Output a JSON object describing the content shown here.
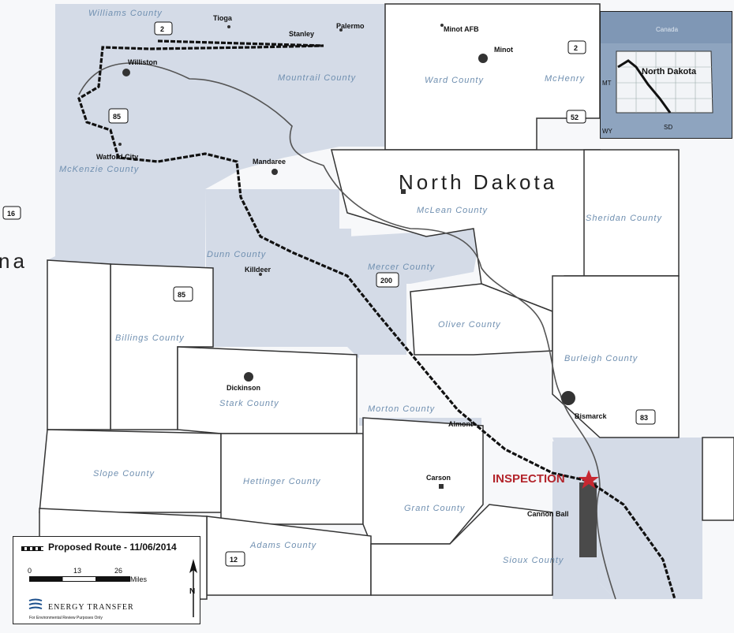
{
  "map": {
    "state_label": "North Dakota",
    "partial_state_label": "na",
    "counties": [
      {
        "id": "williams",
        "name": "Williams County"
      },
      {
        "id": "mountrail",
        "name": "Mountrail County"
      },
      {
        "id": "ward",
        "name": "Ward County"
      },
      {
        "id": "mchenry",
        "name": "McHenry"
      },
      {
        "id": "mckenzie",
        "name": "McKenzie County"
      },
      {
        "id": "mclean",
        "name": "McLean County"
      },
      {
        "id": "sheridan",
        "name": "Sheridan County"
      },
      {
        "id": "dunn",
        "name": "Dunn County"
      },
      {
        "id": "mercer",
        "name": "Mercer County"
      },
      {
        "id": "oliver",
        "name": "Oliver County"
      },
      {
        "id": "billings",
        "name": "Billings County"
      },
      {
        "id": "burleigh",
        "name": "Burleigh County"
      },
      {
        "id": "stark",
        "name": "Stark County"
      },
      {
        "id": "morton",
        "name": "Morton County"
      },
      {
        "id": "slope",
        "name": "Slope County"
      },
      {
        "id": "hettinger",
        "name": "Hettinger County"
      },
      {
        "id": "grant",
        "name": "Grant County"
      },
      {
        "id": "adams",
        "name": "Adams County"
      },
      {
        "id": "sioux",
        "name": "Sioux County"
      }
    ],
    "towns": {
      "tioga": "Tioga",
      "palermo": "Palermo",
      "stanley": "Stanley",
      "minot_afb": "Minot AFB",
      "minot": "Minot",
      "williston": "Williston",
      "watford": "Watford City",
      "mandaree": "Mandaree",
      "killdeer": "Killdeer",
      "dickinson": "Dickinson",
      "bismarck": "Bismarck",
      "almont": "Almont",
      "carson": "Carson",
      "cannon_ball": "Cannon Ball"
    },
    "highways": {
      "h2a": "2",
      "h2b": "2",
      "h52": "52",
      "h85a": "85",
      "h85b": "85",
      "h200": "200",
      "h83": "83",
      "h12": "12",
      "h16": "16"
    },
    "inspection_label": "INSPECTION",
    "colors": {
      "route": "#111111",
      "inspection": "#b3242b",
      "county_label": "#6f8fb0",
      "corridor": "#cfd7e4",
      "reservation": "#4a4a4a"
    }
  },
  "inset": {
    "canada": "Canada",
    "north_dakota": "North Dakota",
    "mt": "MT",
    "sd": "SD",
    "wy": "WY"
  },
  "legend": {
    "title": "Proposed Route - 11/06/2014",
    "scale_0": "0",
    "scale_13": "13",
    "scale_26": "26",
    "scale_unit": "Miles",
    "brand": "ENERGY TRANSFER",
    "note": "For Environmental Review Purposes Only",
    "north_arrow_icon": "north-arrow-icon",
    "logo_icon": "energy-transfer-logo-icon"
  }
}
